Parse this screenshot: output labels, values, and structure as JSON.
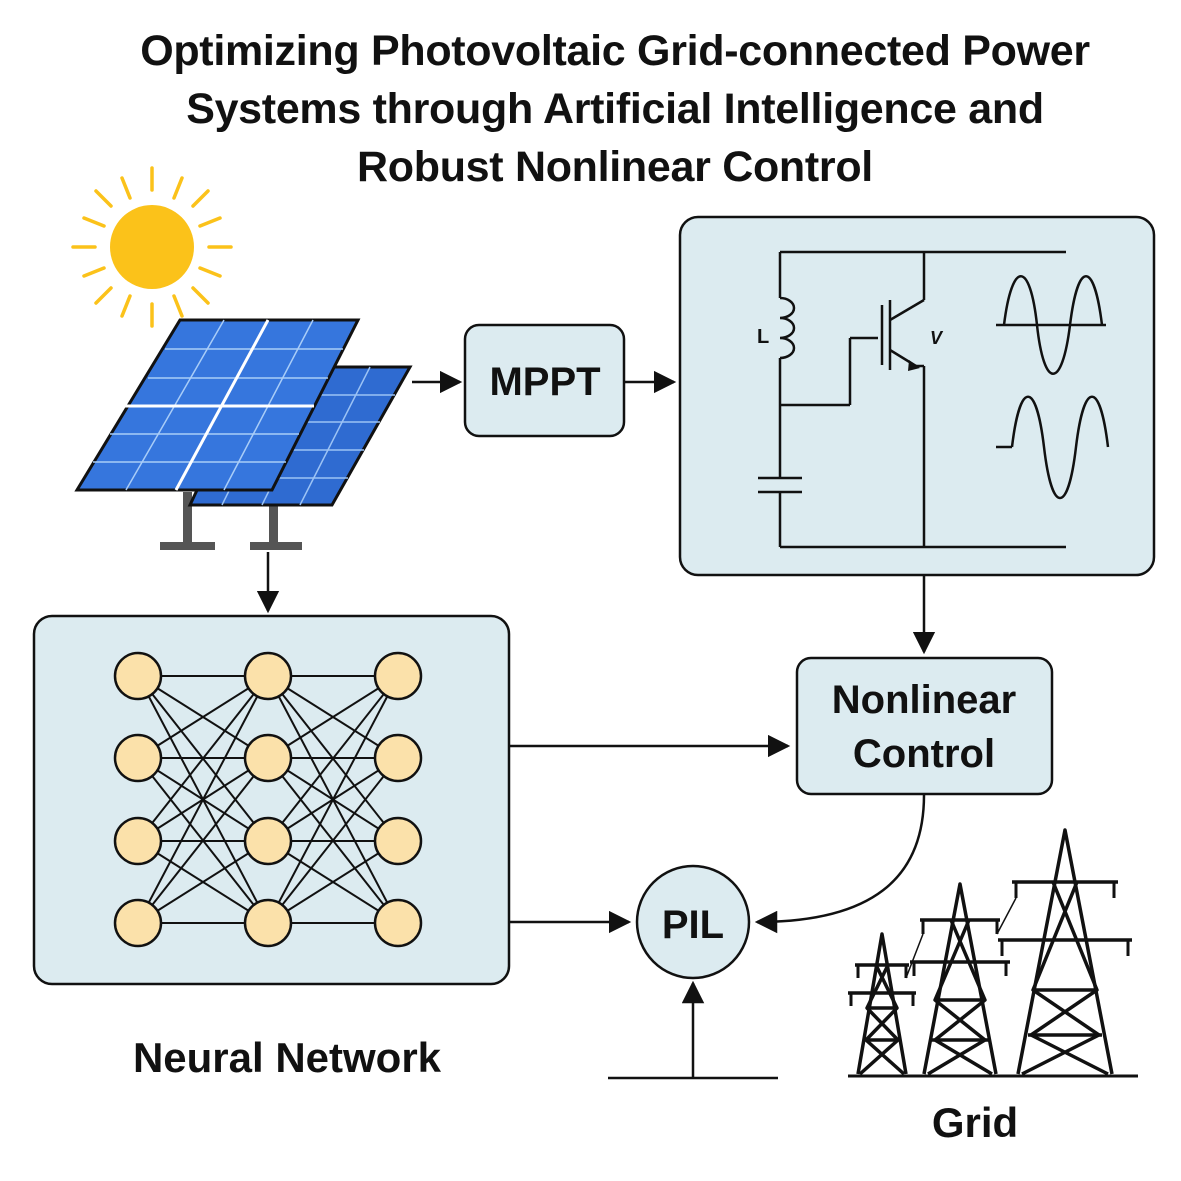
{
  "title": {
    "line1": "Optimizing Photovoltaic Grid-connected Power",
    "line2": "Systems through Artificial Intelligence and",
    "line3": "Robust Nonlinear Control"
  },
  "blocks": {
    "mppt": "MPPT",
    "nonlinear_control_line1": "Nonlinear",
    "nonlinear_control_line2": "Control",
    "pil": "PIL"
  },
  "labels": {
    "neural_network": "Neural Network",
    "grid": "Grid"
  },
  "circuit": {
    "inductor_label": "L",
    "voltage_label": "V"
  },
  "colors": {
    "box_fill": "#dcebf0",
    "neuron_fill": "#fbe1aa",
    "sun": "#fbc21a",
    "panel": "#2f6bd1"
  }
}
